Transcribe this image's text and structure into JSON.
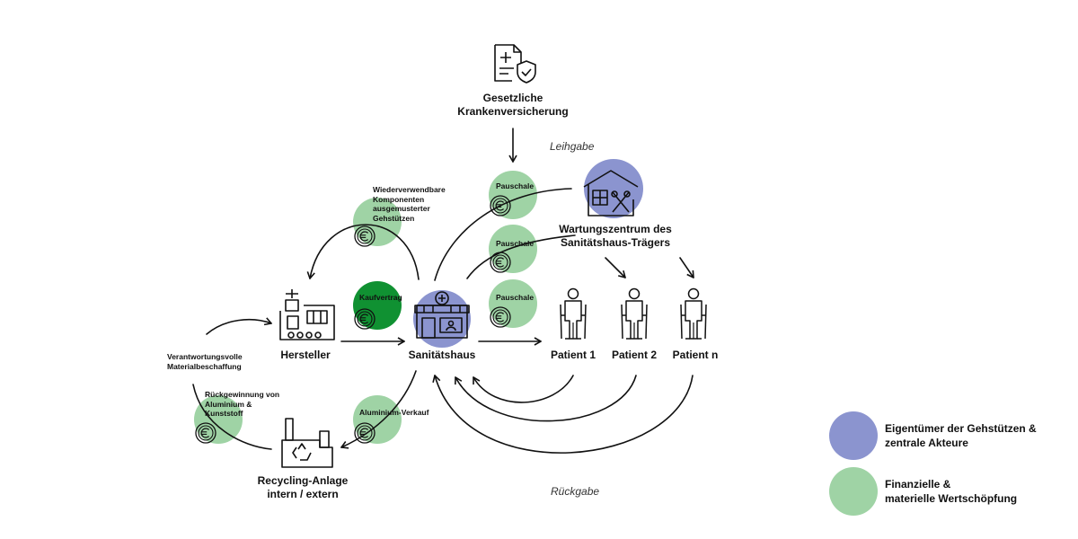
{
  "colors": {
    "owner": "#8b94cf",
    "value_light": "#9fd3a5",
    "value_dark": "#109132",
    "line": "#111111"
  },
  "nodes": {
    "insurance": {
      "line1": "Gesetzliche",
      "line2": "Krankenversicherung",
      "icon": "insurance-document-icon"
    },
    "service_center": {
      "line1": "Wartungszentrum des",
      "line2": "Sanitätshaus-Trägers",
      "icon": "repair-house-icon"
    },
    "manufacturer": {
      "label": "Hersteller",
      "icon": "factory-icon"
    },
    "medical_store": {
      "label": "Sanitätshaus",
      "icon": "store-icon"
    },
    "recycling": {
      "line1": "Recycling-Anlage",
      "line2": "intern / extern",
      "icon": "recycling-plant-icon"
    },
    "patients": [
      {
        "label": "Patient 1",
        "icon": "patient-crutches-icon"
      },
      {
        "label": "Patient 2",
        "icon": "patient-crutches-icon"
      },
      {
        "label": "Patient n",
        "icon": "patient-crutches-icon"
      }
    ]
  },
  "flows": {
    "lending": "Leihgabe",
    "return": "Rückgabe",
    "reusable": {
      "line1": "Wiederverwendbare",
      "line2": "Komponenten",
      "line3": "ausgemusterter",
      "line4": "Gehstützen"
    },
    "purchase_contract": "Kaufvertrag",
    "flat_rate_1": "Pauschale",
    "flat_rate_2": "Pauschale",
    "flat_rate_3": "Pauschale",
    "sourcing": {
      "line1": "Verantwortungsvolle",
      "line2": "Materialbeschaffung"
    },
    "recovery": {
      "line1": "Rückgewinnung von",
      "line2": "Aluminium &",
      "line3": "Kunststoff"
    },
    "aluminium_sale": "Aluminium-Verkauf",
    "currency_icon": "euro-coin-icon"
  },
  "legend": {
    "owners": {
      "line1": "Eigentümer der Gehstützen &",
      "line2": "zentrale Akteure"
    },
    "value": {
      "line1": "Finanzielle &",
      "line2": "materielle Wertschöpfung"
    }
  }
}
